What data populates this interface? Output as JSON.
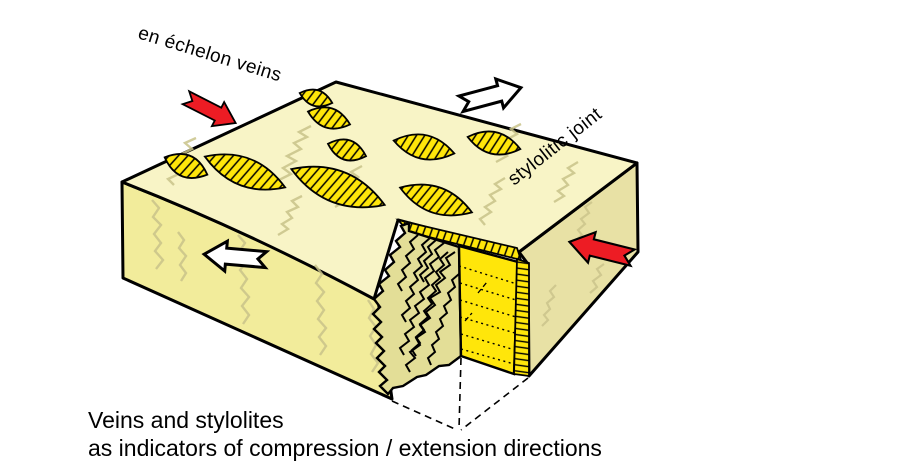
{
  "labels": {
    "en_echelon_veins": "en échelon veins",
    "stylolitic_joint": "stylolitic joint"
  },
  "caption": {
    "line1": "Veins and stylolites",
    "line2": "as indicators of compression / extension directions"
  },
  "colors": {
    "background": "#FFFFFF",
    "top_face": "#F8F4C6",
    "front_face": "#F2EC9B",
    "right_face": "#E8E1A5",
    "seam_fill": "#E3DE97",
    "vein_yellow": "#FFE60A",
    "stylolite_olive": "#C9C38A",
    "arrow_red": "#ED1C24",
    "arrow_white": "#FFFFFF",
    "ink": "#000000"
  },
  "arrows": [
    {
      "id": "compression-arrow-top-left",
      "type": "compression",
      "style": "solid-red",
      "direction": "down-right"
    },
    {
      "id": "compression-arrow-right-face",
      "type": "compression",
      "style": "solid-red",
      "direction": "left"
    },
    {
      "id": "extension-arrow-top",
      "type": "extension",
      "style": "white-outline",
      "direction": "up-right"
    },
    {
      "id": "extension-arrow-front-face",
      "type": "extension",
      "style": "white-outline",
      "direction": "down-left"
    }
  ],
  "features": [
    {
      "id": "en-echelon-veins",
      "description": "hatched lens-shaped veins on block top surface"
    },
    {
      "id": "stylolites",
      "description": "faint olive zigzag pressure-solution seams on all faces"
    },
    {
      "id": "stylolitic-joint",
      "description": "jagged stylolite seam with exposed yellow vein panel at front-right corner"
    }
  ]
}
